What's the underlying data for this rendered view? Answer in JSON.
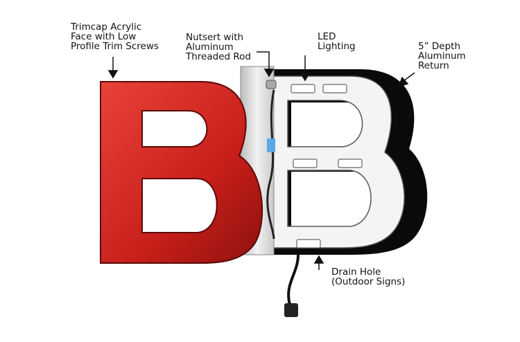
{
  "labels": {
    "trimcap": [
      "Trimcap Acrylic",
      "Face with Low",
      "Profile Trim Screws"
    ],
    "nutsert": [
      "Nutsert with",
      "Aluminum",
      "Threaded Rod"
    ],
    "led": [
      "LED",
      "Lighting"
    ],
    "return": [
      "5” Depth",
      "Aluminum",
      "Return"
    ],
    "drain": [
      "Drain Hole",
      "(Outdoor Signs)"
    ]
  },
  "colors": {
    "face": "#d42a22",
    "return": "#0a0a0a",
    "back": "#cfcfcf"
  }
}
